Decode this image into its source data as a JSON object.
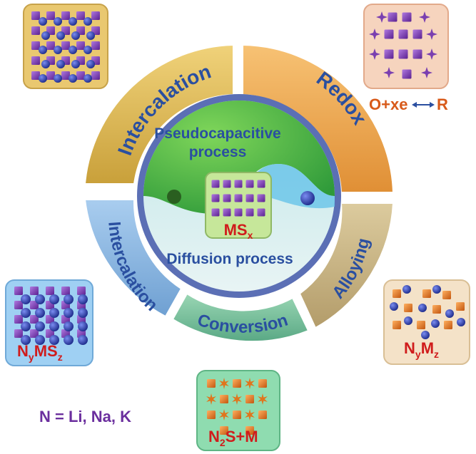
{
  "center": {
    "line1": "Pseudocapacitive",
    "line2": "process",
    "material_base": "MS",
    "material_sub": "x",
    "lower_label": "Diffusion process"
  },
  "ring": {
    "upper_left": "Intercalation",
    "upper_right": "Redox",
    "lower_left": "Intercalation",
    "lower_right": "Alloying",
    "bottom": "Conversion"
  },
  "products": {
    "redox_equation": {
      "o": "O+xe",
      "r": "R"
    },
    "intercalation_product": {
      "a": "N",
      "a_sub": "y",
      "b": "MS",
      "b_sub": "z"
    },
    "alloying_product": {
      "a": "N",
      "a_sub": "y",
      "b": "M",
      "b_sub": "z"
    },
    "conversion_product": {
      "a": "N",
      "a_sub": "2",
      "b": "S+M"
    }
  },
  "legend": "N = Li, Na, K",
  "colors": {
    "intercalation_upper": "#e3be5a",
    "redox": "#f0ad52",
    "intercalation_lower": "#8db8e0",
    "alloying": "#cdb88a",
    "conversion": "#7ec4a0",
    "label_blue": "#2a4fa0",
    "label_red": "#d01c1c",
    "purple": "#7a3fb0",
    "ion_blue": "#2b3fa8",
    "orange": "#e0751d"
  }
}
